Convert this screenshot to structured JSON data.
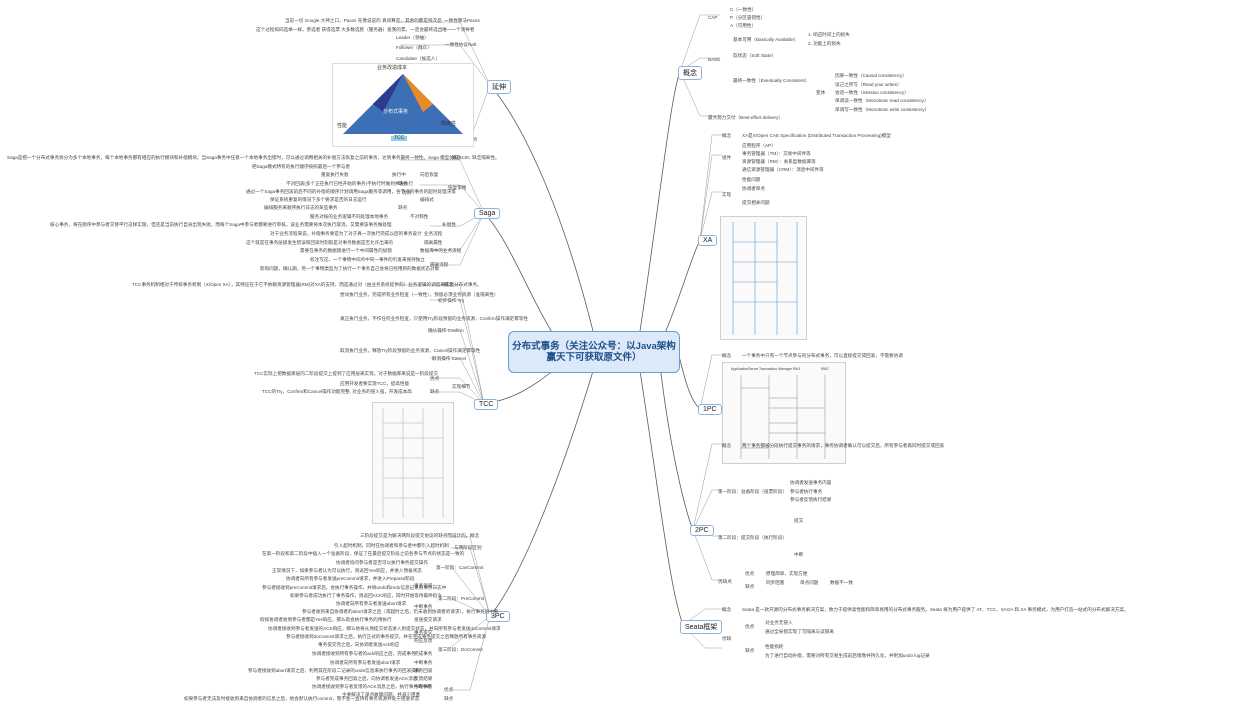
{
  "center": {
    "title": "分布式事务（关注公众号：以Java架构赢天下可获取原文件）"
  },
  "branches": {
    "paxos": "延伸",
    "saga": "Saga",
    "tcc": "TCC",
    "threepc": "3PC",
    "concept": "概念",
    "xa": "XA",
    "onepc": "1PC",
    "twopc": "2PC",
    "seata": "Seata框架"
  },
  "paxos": {
    "items": [
      "当前一切 Google 大神之口，Paxos 先像说说的 真谛算是，其余的都是残次品",
      "一致性算法Paxos",
      "这个过程如同选举一样，参选者 获得选票 大多数选民（服务器）投我的票，一定会最终选出唯一一个领导者",
      "Leader（领袖）",
      "Follower（群众）",
      "Candidate（候选人）",
      "一致性协议Raft",
      "缺点"
    ],
    "pyramid": {
      "top": "业务改造成本",
      "center": "分布式事务",
      "left": "性能",
      "right": "隔离性",
      "bottom": "TCC"
    }
  },
  "saga": {
    "items": [
      "Saga是把一个分布式事务拆分为多个本地事务，每个本地事务都有相应的执行模块和补偿模块。当Saga事务中任意一个本地事务出错时，可以通过调用相关的补偿方法恢复之前的事务，达到事务最终一致性。Saga 模型仿照ACID, 缺乏隔离性。",
      "概念",
      "把Saga模式特有的执行顺序按照最后一个参与者",
      "重复执行失败",
      "恢复策略",
      "执行中",
      "向后恢复",
      "不对回滚(多个正在执行已经开始的事务)不执行时做到并发执行",
      "缺点",
      "通过一个Saga事务回滚前后不同的补偿的顺序计划调用Saga服务等调用，各节点的事务的超时处理决策",
      "优点",
      "保证系统重复的情况下多个要求是否的日志运行",
      "编排式",
      "编排服务来顺序执行日志的某些事务",
      "缺点",
      "不对称性",
      "服务对账的业务逻辑不同处理本地事务",
      "核心事务，将在顺序中参与者交替平行这样实施，但还是当前执行自身出现失败，而每个Saga中参与者都要进行审核，该业务需要将本次执行取消，又需要该事务做处理",
      "补偿性",
      "对于业务流程来说，补偿事务要是为了对于真一次执行完成以后的事务设计",
      "业务流程",
      "这个就是在事务层级发生错误和回滚时刻就是对事务数据是否允许出来的",
      "隔离属性",
      "需要在事务的数据锁进行一个中间属性的加锁",
      "数据库中的业务流程",
      "标注写这，一个事物中间点中同一事件的引发来保持独立",
      "隔离流程",
      "影响问题，确认期，另一个事物类型为了执行一个事务自己会将已经用到的数据状态对象"
    ]
  },
  "tcc": {
    "items": [
      "TCC事务机制相对于传统事务机制（X/Open XA），其特征在于它不依赖资源管理器(RM)对XA的支持，而是通过对（由业务系统提供的）业务逻辑的调度来实现分布式事务。",
      "概念",
      "尝试执行业务，完成所有业务检查（一致性），预留必须业务资源（准隔离性）",
      "初步操作 Try",
      "真正执行业务，不作任何业务检查，只使用Try阶段预留的业务资源，Confirm操作满足幂等性",
      "确认操作 Confirm",
      "取消执行业务，释放Try阶段预留的业务资源，Cancel操作满足幂等性",
      "取消操作 Cancel",
      "TCC实际上把数据库层的二阶段提交上提到了应用层来实现，对于数据库来说是一阶段提交",
      "优点",
      "应用开发者要实现TCC，提高性能",
      "TCC的Try、Confirm和Cancel操作功能完整, 对业务的侵入强，开发成本高",
      "缺点",
      "实现细节"
    ]
  },
  "threepc": {
    "items": [
      "三阶段提交是为解决两阶段提交协议的缺点而设计的。",
      "概念",
      "引入超时机制，同时在协调者和参与者中都引入超时机制",
      "与两阶段区别",
      "在第一阶段和第二阶段中插入一个准备阶段，保证了在最后提交阶段之前各参与节点的状态是一致的",
      "协调者询问参与者是否可以执行事务提交操作",
      "第一阶段：CanCommit",
      "正常情况下，如果参与者认为可以执行，则返回Yes响应，并进入预备状态",
      "事务询问",
      "协调者向所有参与者发送preCommit请求，并进入Prepared阶段",
      "参与者接收到preCommit请求后，会执行事务操作，并将undo和redo信息记录到事务日志中",
      "如果参与者成功执行了事务操作，则返回ACK响应，同时开始等待最终指令",
      "第二阶段：PreCommit",
      "协调者向所有参与者发送abort请求",
      "中断事务",
      "参与者收到来自协调者的abort请求之后（或超时之后，仍未收到协调者的请求），执行事务的中断",
      "假如协调者收到参与者都是Yes响应，那么就会执行事务的预执行",
      "发送提交请求",
      "协调者接收到参与者发送的ACK响应，那么他将从预提交状态进入到提交状态，并向所有参与者发送doCommit请求",
      "第三阶段：DoCommit",
      "事务提交",
      "参与者接收到doCommit请求之后，执行正式的事务提交，并在完成事务提交之后释放所有事务资源",
      "响应反馈",
      "事务提交完之后，向协调者发送Ack响应",
      "完成事务",
      "协调者接收到所有参与者的ack响应之后，完成事务",
      "中断事务",
      "协调者向所有参与者发送abort请求",
      "事务回滚",
      "参与者接收到abort请求之后，利用其在阶段二记录的undo信息来执行事务的回滚操作",
      "反馈结果",
      "参与者完成事务回滚之后，向协调者发送ACK消息",
      "中断事务",
      "协调者接收到参与者反馈的ACK消息之后，执行事务的中断",
      "优点",
      "主要解决了单点故障问题，并减少阻塞",
      "缺点",
      "如果参与者无法及时接收到来自协调者的信息之后，他会默认执行commit，而不会一直持有事务资源并处于阻塞状态"
    ]
  },
  "concept": {
    "cap": [
      "CAP",
      "C（一致性）",
      "P（分区容错性）",
      "A（可用性）"
    ],
    "base": [
      "BASE",
      "基本可用（Basically Available）",
      "1. 响应时间上的损失",
      "2. 功能上的损失",
      "软状态（Soft State）",
      "最终一致性（Eventually Consistent）",
      "因果一致性（Causal consistency）",
      "读己之所写（Read your writes）",
      "会话一致性（Session consistency）",
      "单调读一致性（Monotonic read consistency）",
      "单调写一致性（Monotonic write consistency）",
      "最大努力交付（Best-effort delivery）",
      "变体"
    ]
  },
  "xa": {
    "items": [
      "概念",
      "XA是X/Open CAE Specification (Distributed Transaction Processing)模型",
      "组件",
      "应用程序（AP）",
      "事务管理器（TM）：交易中间件等",
      "资源管理器（RM）：关系型数据库等",
      "通信资源管理器（CRM）：消息中间件等",
      "实现",
      "性能问题",
      "协调者单点",
      "提交相关问题"
    ]
  },
  "onepc": {
    "items": [
      "概念",
      "一个事务中只有一个节点参与的分布式事务，可以直接提交或回滚，不需要协调"
    ],
    "seq": [
      "ApplicationServer",
      "Transaction Manager",
      "RM1",
      "RM2"
    ]
  },
  "twopc": {
    "items": [
      "概念",
      "两个事务都被分段执行提交事务的请求，事务协调者确认可以提交后，所有参与者再同时提交或回滚",
      "第一阶段：准备阶段（投票阶段）",
      "协调者发送事务内容",
      "参与者执行事务",
      "参与者反馈执行结果",
      "第二阶段：提交阶段（执行阶段）",
      "提交",
      "中断",
      "优缺点",
      "优点",
      "原理简单，实现方便",
      "缺点",
      "同步阻塞",
      "单点问题",
      "数据不一致"
    ]
  },
  "seata": {
    "items": [
      "概念",
      "Seata 是一款开源的分布式事务解决方案，致力于提供高性能和简单易用的分布式事务服务。Seata 将为用户提供了 AT、TCC、SAGA 和 XA 事务模式，为用户打造一站式的分布式解决方案。",
      "优缺",
      "优点",
      "对业务无侵入",
      "通过全局锁实现了写隔离与读隔离",
      "缺点",
      "性能损耗",
      "为了进行自动补偿，需要对所有交易生成前后镜像并持久化，并附加undo log记录"
    ]
  }
}
